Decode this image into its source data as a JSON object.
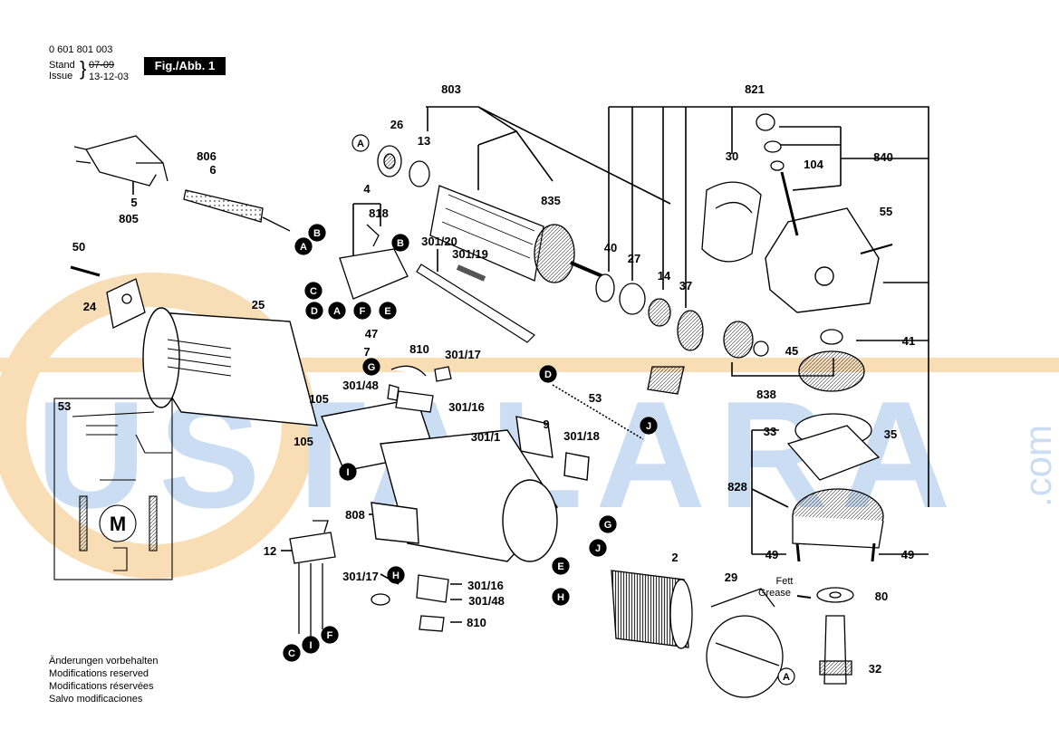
{
  "header": {
    "part_number": "0 601 801 003",
    "stand_label": "Stand",
    "issue_label": "Issue",
    "stand_date": "07-09",
    "issue_date": "13-12-03",
    "fig_label": "Fig./Abb. 1"
  },
  "watermark": {
    "text": "USTALARA",
    "suffix": ".com",
    "color_blue": "#9fc3e8",
    "color_orange": "#f3c27a"
  },
  "footer": {
    "lines": [
      "Änderungen vorbehalten",
      "Modifications reserved",
      "Modifications réservées",
      "Salvo modificaciones"
    ]
  },
  "grease_label": {
    "line1": "Fett",
    "line2": "Grease"
  },
  "part_labels": {
    "p803": "803",
    "p821": "821",
    "p26": "26",
    "p13": "13",
    "p806": "806",
    "p6": "6",
    "p30": "30",
    "p104": "104",
    "p840": "840",
    "p4": "4",
    "p818": "818",
    "p835": "835",
    "p5": "5",
    "p805": "805",
    "p55": "55",
    "p50": "50",
    "p301_20": "301/20",
    "p301_19": "301/19",
    "p40": "40",
    "p27": "27",
    "p14": "14",
    "p37": "37",
    "p24": "24",
    "p25": "25",
    "p47": "47",
    "p7": "7",
    "p810a": "810",
    "p301_17a": "301/17",
    "p45": "45",
    "p41": "41",
    "p301_48a": "301/48",
    "p301_16a": "301/16",
    "p53a": "53",
    "p838": "838",
    "p105a": "105",
    "p105b": "105",
    "p53b": "53",
    "p9": "9",
    "p301_1": "301/1",
    "p301_18": "301/18",
    "p33": "33",
    "p35": "35",
    "p828": "828",
    "p808": "808",
    "p2": "2",
    "p12": "12",
    "p301_17b": "301/17",
    "p301_16b": "301/16",
    "p301_48b": "301/48",
    "p810b": "810",
    "p29": "29",
    "p49a": "49",
    "p49b": "49",
    "p80": "80",
    "p32": "32"
  },
  "connector_letters": [
    "A",
    "B",
    "C",
    "D",
    "E",
    "F",
    "G",
    "H",
    "I",
    "J"
  ],
  "motor_symbol": "M"
}
